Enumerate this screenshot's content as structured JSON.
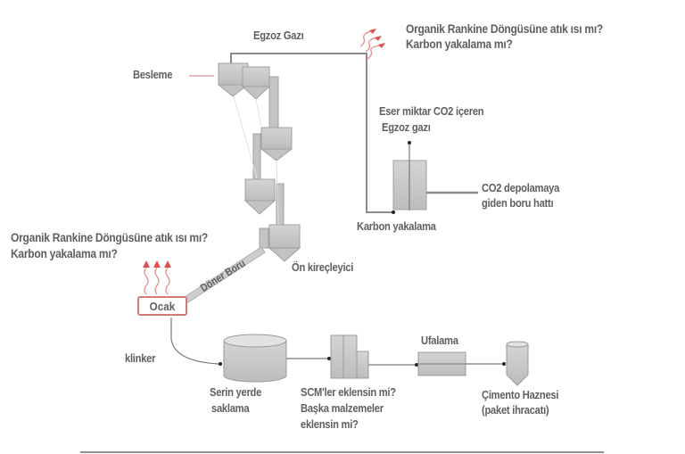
{
  "diagram": {
    "title": "Cement production process with carbon capture and waste heat options",
    "labels": {
      "exhaust_gas": "Egzoz Gazı",
      "feed": "Besleme",
      "orc_question_top_line1": "Organik Rankine Döngüsüne atık ısı mı?",
      "orc_question_top_line2": "Karbon yakalama mı?",
      "low_co2_exhaust_line1": "Eser miktar CO2 içeren",
      "low_co2_exhaust_line2": "Egzoz gazı",
      "co2_pipeline_line1": "CO2 depolamaya",
      "co2_pipeline_line2": "giden boru hattı",
      "carbon_capture": "Karbon yakalama",
      "orc_question_left_line1": "Organik Rankine Döngüsüne atık ısı mı?",
      "orc_question_left_line2": "Karbon yakalama mı?",
      "precalciner": "Ön kireçleyici",
      "rotary_kiln": "Döner Boru",
      "kiln": "Ocak",
      "clinker": "klinker",
      "cool_storage_line1": "Serin yerde",
      "cool_storage_line2": "saklama",
      "scm_question_line1": "SCM'ler eklensin mi?",
      "scm_question_line2": "Başka malzemeler",
      "scm_question_line3": "eklensin mi?",
      "grinding": "Ufalama",
      "cement_silo_line1": "Çimento Haznesi",
      "cement_silo_line2": "(paket ihracatı)"
    },
    "nodes": [
      {
        "id": "preheater",
        "label": "Besleme"
      },
      {
        "id": "precalciner",
        "label": "Ön kireçleyici"
      },
      {
        "id": "kiln",
        "label": "Ocak"
      },
      {
        "id": "carbon_capture",
        "label": "Karbon yakalama"
      },
      {
        "id": "storage",
        "label": "Serin yerde saklama"
      },
      {
        "id": "mixer",
        "label": "SCM'ler eklensin mi?"
      },
      {
        "id": "grinding",
        "label": "Ufalama"
      },
      {
        "id": "silo",
        "label": "Çimento Haznesi"
      }
    ],
    "colors": {
      "text": "#5f5f5f",
      "equipment_fill": "#c8c8c8",
      "equipment_stroke": "#9a9a9a",
      "line": "#7a7a7a",
      "heat_accent": "#e05050"
    }
  }
}
